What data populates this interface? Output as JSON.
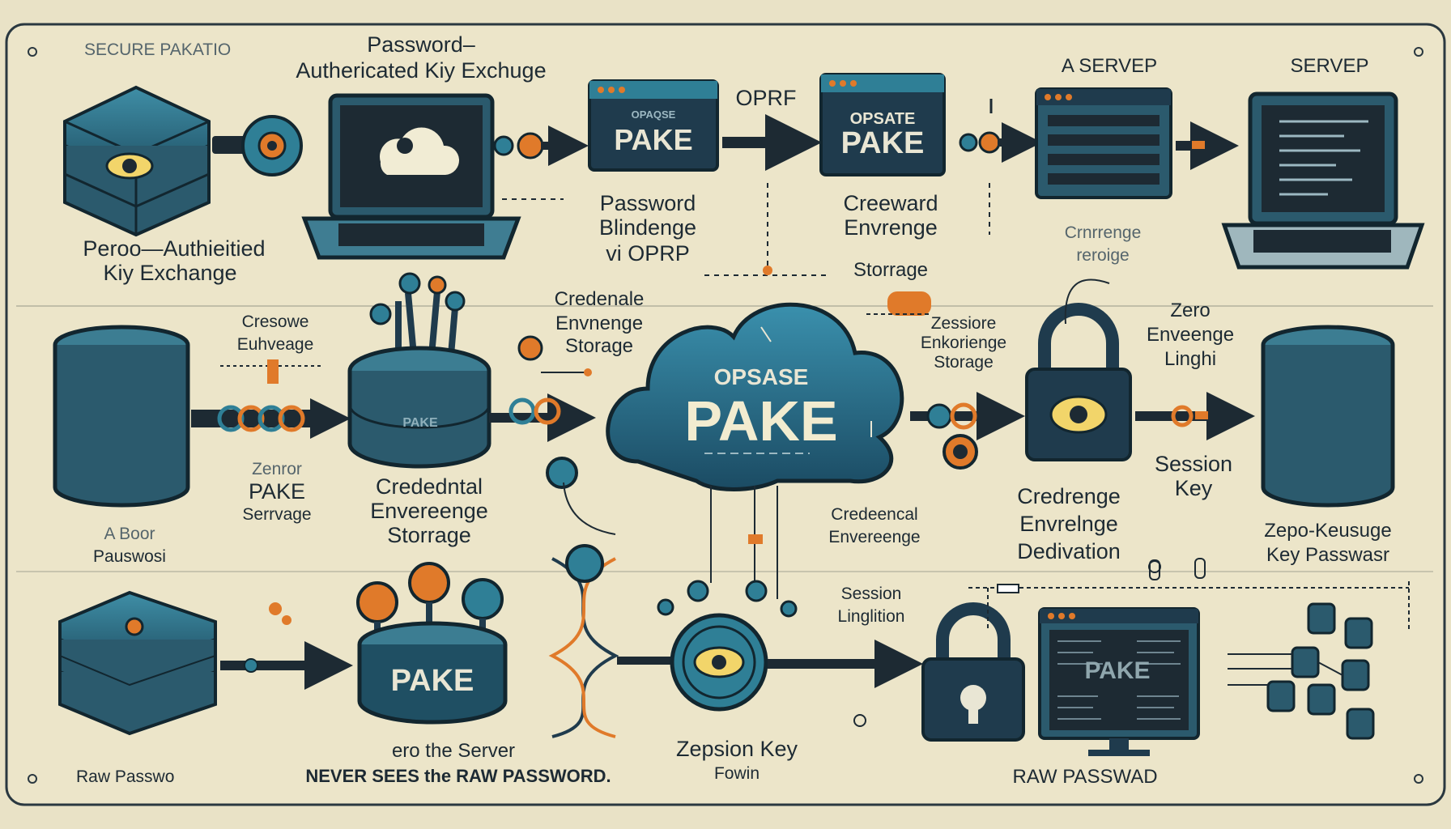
{
  "labels": {
    "top_left_title": "SECURE PAKATIO",
    "top_title_1": "Password–",
    "top_title_2": "Authericated Kiy Exchuge",
    "oprf": "OPRF",
    "server_a": "A SERVEP",
    "server_b": "SERVEP",
    "pake_auth_1": "Peroo—Authieitied",
    "pake_auth_2": "Kiy Exchange",
    "pw_blind_1": "Password",
    "pw_blind_2": "Blindenge",
    "pw_blind_3": "vi OPRP",
    "cred_storage_1": "Creeward",
    "cred_storage_2": "Envrenge",
    "cred_storage_3": "Storrage",
    "challenge_1": "Crnrrenge",
    "challenge_2": "reroige",
    "cresowe_1": "Cresowe",
    "cresowe_2": "Euhveage",
    "credenale_1": "Credenale",
    "credenale_2": "Envnenge",
    "credenale_3": "Storage",
    "zessiore_1": "Zessiore",
    "zessiore_2": "Enkorienge",
    "zessiore_3": "Storage",
    "zero_1": "Zero",
    "zero_2": "Enveenge",
    "zero_3": "Linghi",
    "zenror_1": "Zenror",
    "zenror_2": "PAKE",
    "zenror_3": "Serrvage",
    "cred_env_1": "Crededntal",
    "cred_env_2": "Envereenge",
    "cred_env_3": "Storrage",
    "session_key_1": "Session",
    "session_key_2": "Key",
    "a_pw_1": "A Boor",
    "a_pw_2": "Pauswosi",
    "credeencal_1": "Credeencal",
    "credeencal_2": "Envereenge",
    "cred_deriv_1": "Credrenge",
    "cred_deriv_2": "Envrelnge",
    "cred_deriv_3": "Dedivation",
    "zepo_1": "Zepo-Keusuge",
    "zepo_2": "Key Passwasr",
    "session_ling_1": "Session",
    "session_ling_2": "Linglition",
    "raw_pw_left": "Raw Passwo",
    "never_sees_1": "ero the Server",
    "never_sees_2": "NEVER SEES the RAW PASSWORD.",
    "zepsion_1": "Zepsion Key",
    "zepsion_2": "Fowin",
    "raw_pw_right": "RAW  PASSWAD"
  },
  "screens": {
    "opaque_small": "OPAQSE",
    "pake_1": "PAKE",
    "opsate": "OPSATE",
    "pake_2": "PAKE",
    "cloud_top": "OPSASE",
    "cloud_main": "PAKE",
    "cylinder_pake": "PAKE",
    "drum_pake": "PAKE",
    "monitor_pake": "PAKE"
  },
  "colors": {
    "background": "#e9e2c6",
    "navy": "#1f3b4d",
    "teal": "#2f7f96",
    "orange": "#e07a2a",
    "dark": "#1d2a33"
  }
}
